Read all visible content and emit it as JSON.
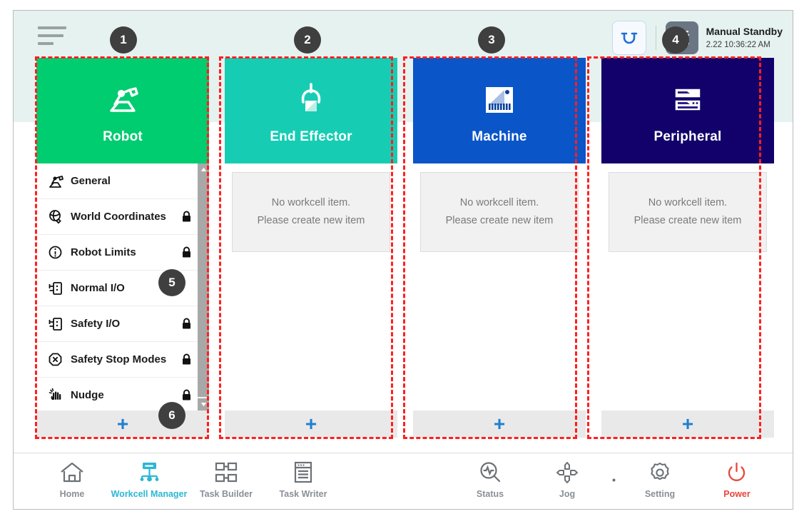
{
  "header": {
    "menu_icon": "hamburger-menu-icon",
    "refresh_icon": "refresh-circle-icon",
    "mode_icon": "manual-hand-icon",
    "status_title": "Manual Standby",
    "status_time": "2.22 10:36:22 AM"
  },
  "columns": [
    {
      "key": "robot",
      "title": "Robot",
      "icon": "robot-arm-icon",
      "color": "#00cc70",
      "add_label": "+",
      "items": [
        {
          "label": "General",
          "icon": "robot-arm-icon",
          "locked": false
        },
        {
          "label": "World Coordinates",
          "icon": "globe-coordinates-icon",
          "locked": true
        },
        {
          "label": "Robot Limits",
          "icon": "limits-circle-icon",
          "locked": true
        },
        {
          "label": "Normal I/O",
          "icon": "io-port-icon",
          "locked": false
        },
        {
          "label": "Safety I/O",
          "icon": "io-port-icon",
          "locked": true
        },
        {
          "label": "Safety Stop Modes",
          "icon": "stop-octagon-icon",
          "locked": true
        },
        {
          "label": "Nudge",
          "icon": "nudge-hand-icon",
          "locked": true
        }
      ]
    },
    {
      "key": "end-effector",
      "title": "End Effector",
      "icon": "gripper-icon",
      "color": "#16cdb4",
      "add_label": "+",
      "empty": [
        "No workcell item.",
        "Please create new item"
      ]
    },
    {
      "key": "machine",
      "title": "Machine",
      "icon": "machine-icon",
      "color": "#0a55c8",
      "add_label": "+",
      "empty": [
        "No workcell item.",
        "Please create new item"
      ]
    },
    {
      "key": "peripheral",
      "title": "Peripheral",
      "icon": "peripheral-rack-icon",
      "color": "#12016b",
      "add_label": "+",
      "empty": [
        "No workcell item.",
        "Please create new item"
      ]
    }
  ],
  "navbar": {
    "left": [
      {
        "label": "Home",
        "icon": "home-icon",
        "active": false
      },
      {
        "label": "Workcell Manager",
        "icon": "workcell-manager-icon",
        "active": true
      },
      {
        "label": "Task Builder",
        "icon": "task-builder-icon",
        "active": false
      },
      {
        "label": "Task Writer",
        "icon": "task-writer-icon",
        "active": false
      }
    ],
    "right": [
      {
        "label": "Status",
        "icon": "status-scope-icon",
        "active": false
      },
      {
        "label": "Jog",
        "icon": "jog-dpad-icon",
        "active": false
      },
      {
        "label": "Setting",
        "icon": "gear-icon",
        "active": false
      },
      {
        "label": "Power",
        "icon": "power-icon",
        "active": false
      }
    ]
  },
  "annotations": [
    {
      "number": "1"
    },
    {
      "number": "2"
    },
    {
      "number": "3"
    },
    {
      "number": "4"
    },
    {
      "number": "5"
    },
    {
      "number": "6"
    }
  ]
}
